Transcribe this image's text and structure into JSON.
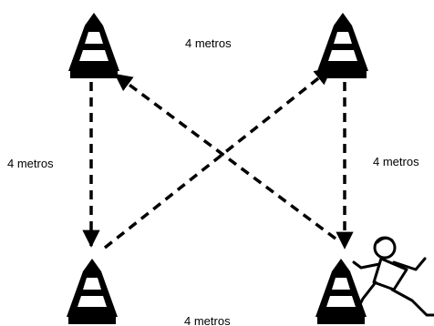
{
  "labels": {
    "top": "4 metros",
    "left": "4 metros",
    "right": "4 metros",
    "bottom": "4 metros"
  },
  "figure": {
    "cones": [
      "cone-icon",
      "cone-icon",
      "cone-icon",
      "cone-icon"
    ],
    "runner": "runner-icon"
  }
}
